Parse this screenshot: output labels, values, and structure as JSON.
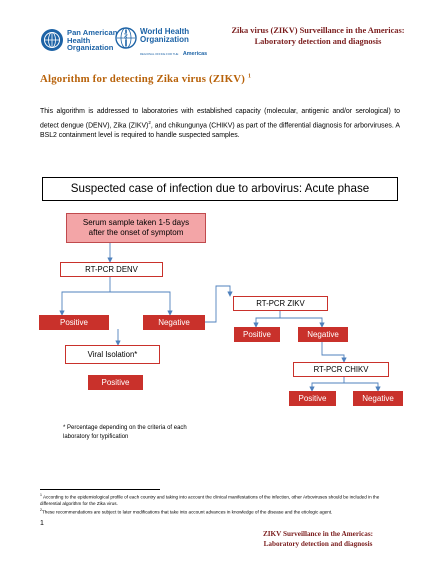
{
  "header": {
    "title_line1": "Zika virus (ZIKV) Surveillance in the Americas:",
    "title_line2": "Laboratory detection and diagnosis",
    "paho_line1": "Pan American",
    "paho_line2": "Health",
    "paho_line3": "Organization",
    "who_line1": "World Health",
    "who_line2": "Organization",
    "who_line3": "Americas",
    "who_prefix": "REGIONAL OFFICE FOR THE"
  },
  "subtitle": {
    "text": "Algorithm for detecting Zika virus (ZIKV)",
    "sup": "1"
  },
  "intro": {
    "part1": "This algorithm is addressed to laboratories with established capacity (molecular, antigenic and/or serological) to detect dengue (DENV), Zika (ZIKV)",
    "sup": "2",
    "part2": ", and chikungunya (CHIKV) as part of the differential diagnosis for arborviruses. A BSL2 containment level is required to handle suspected samples."
  },
  "phase_title": "Suspected case of infection due to arbovirus:  Acute phase",
  "flow": {
    "serum_line1": "Serum sample taken 1-5 days",
    "serum_line2": "after the onset of symptom",
    "rtpcr_denv": "RT-PCR DENV",
    "positive": "Positive",
    "negative": "Negative",
    "viral_isolation": "Viral Isolation*",
    "rtpcr_zikv": "RT-PCR ZIKV",
    "rtpcr_chikv": "RT-PCR CHIKV"
  },
  "note": {
    "line1": "* Percentage depending on the criteria of each",
    "line2": "laboratory for typification"
  },
  "footnotes": {
    "fn1_sup": "1",
    "fn1": "According to the epidemiological profile of each country and taking into account the clinical manifestations of the infection, other Arboviruses should be included in the differential algorithm for the Zika virus.",
    "fn2_sup": "2",
    "fn2": "These recommendations are subject to later modifications that take into account advances in knowledge of the disease and the etiologic agent."
  },
  "page_number": "1",
  "footer": {
    "line1": "ZIKV Surveillance in the Americas:",
    "line2": "Laboratory detection and diagnosis"
  },
  "colors": {
    "accent_orange": "#b8620a",
    "header_red": "#7a1c1c",
    "org_blue": "#1d63a6",
    "box_red": "#c9312b",
    "serum_pink": "#f3a5a7",
    "arrow_blue": "#4f81bd"
  }
}
